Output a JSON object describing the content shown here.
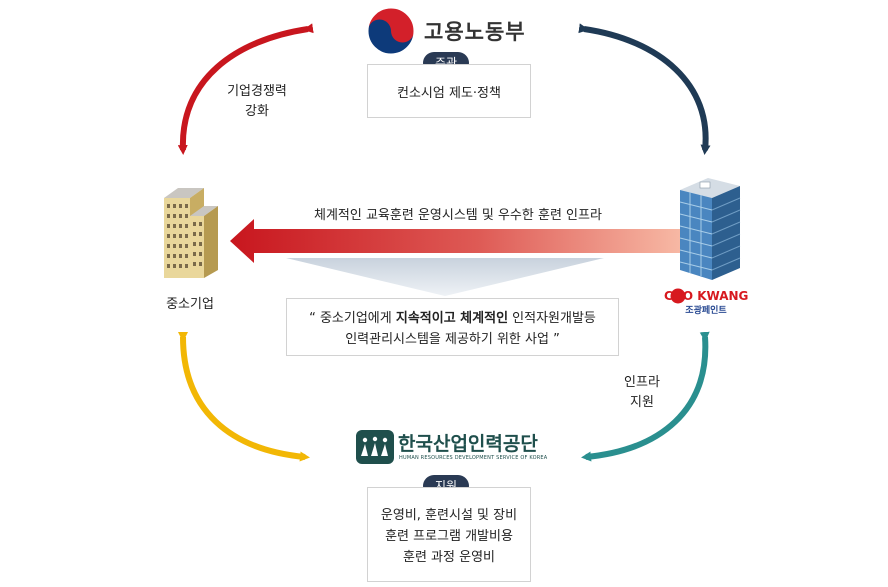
{
  "moel": {
    "name": "고용노동부",
    "role_badge": "주관",
    "role_text": "컨소시엄 제도·정책"
  },
  "hrdk": {
    "name": "한국산업인력공단",
    "subtitle": "HUMAN RESOURCES DEVELOPMENT SERVICE OF KOREA",
    "role_badge": "지원",
    "role_lines": [
      "운영비, 훈련시설 및 장비",
      "훈련 프로그램 개발비용",
      "훈련 과정 운영비"
    ]
  },
  "sme": {
    "label": "중소기업"
  },
  "chokwang": {
    "logo_text": "CHO KWANG",
    "logo_sub": "조광페인트"
  },
  "arrows": {
    "top_left_label_line1": "기업경쟁력",
    "top_left_label_line2": "강화",
    "bottom_right_label_line1": "인프라",
    "bottom_right_label_line2": "지원",
    "horizontal_label": "체계적인 교육훈련 운영시스템 및 우수한 훈련 인프라"
  },
  "quote": {
    "line1_a": "“ 중소기업에게 ",
    "line1_bold": "지속적이고 체계적인",
    "line1_b": " 인적자원개발등",
    "line2": "인력관리시스템을 제공하기 위한 사업 ”"
  },
  "colors": {
    "red": "#c8161e",
    "navy": "#1f3a55",
    "yellow": "#f2b705",
    "teal": "#2a8f8f",
    "badge": "#2a3a54"
  }
}
